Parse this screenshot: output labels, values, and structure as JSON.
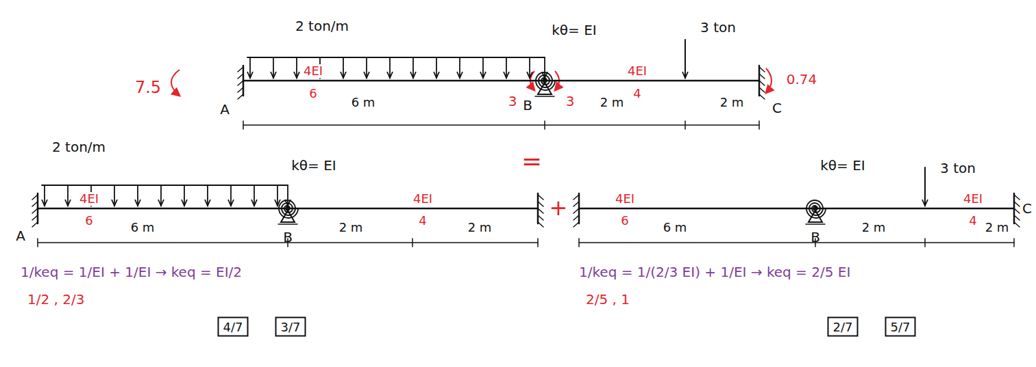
{
  "diagram": {
    "nodes": [
      {
        "text": [
          "4/7"
        ]
      },
      {
        "text": [
          "3/7"
        ]
      },
      {
        "text": [
          "2/7"
        ]
      },
      {
        "text": [
          "5/7"
        ]
      }
    ],
    "labels": [
      "2 ton/m",
      "kθ= EI",
      "3 ton",
      "7.5",
      "A",
      "4EI",
      "6",
      "6 m",
      "3",
      "B",
      "3",
      "2 m",
      "4EI",
      "4",
      "2 m",
      "C",
      "0.74",
      "=",
      "2 ton/m",
      "kθ= EI",
      "A",
      "4EI",
      "6",
      "6 m",
      "B",
      "2 m",
      "4EI",
      "4",
      "2 m",
      "+",
      "kθ= EI",
      "3 ton",
      "4EI",
      "6",
      "6 m",
      "B",
      "2 m",
      "4EI",
      "4",
      "2 m",
      "C",
      "1/keq = 1/EI + 1/EI → keq = EI/2",
      "1/2 , 2/3",
      "1/keq = 1/(2/3 EI) + 1/EI → keq = 2/5 EI",
      "2/5 , 1"
    ]
  }
}
